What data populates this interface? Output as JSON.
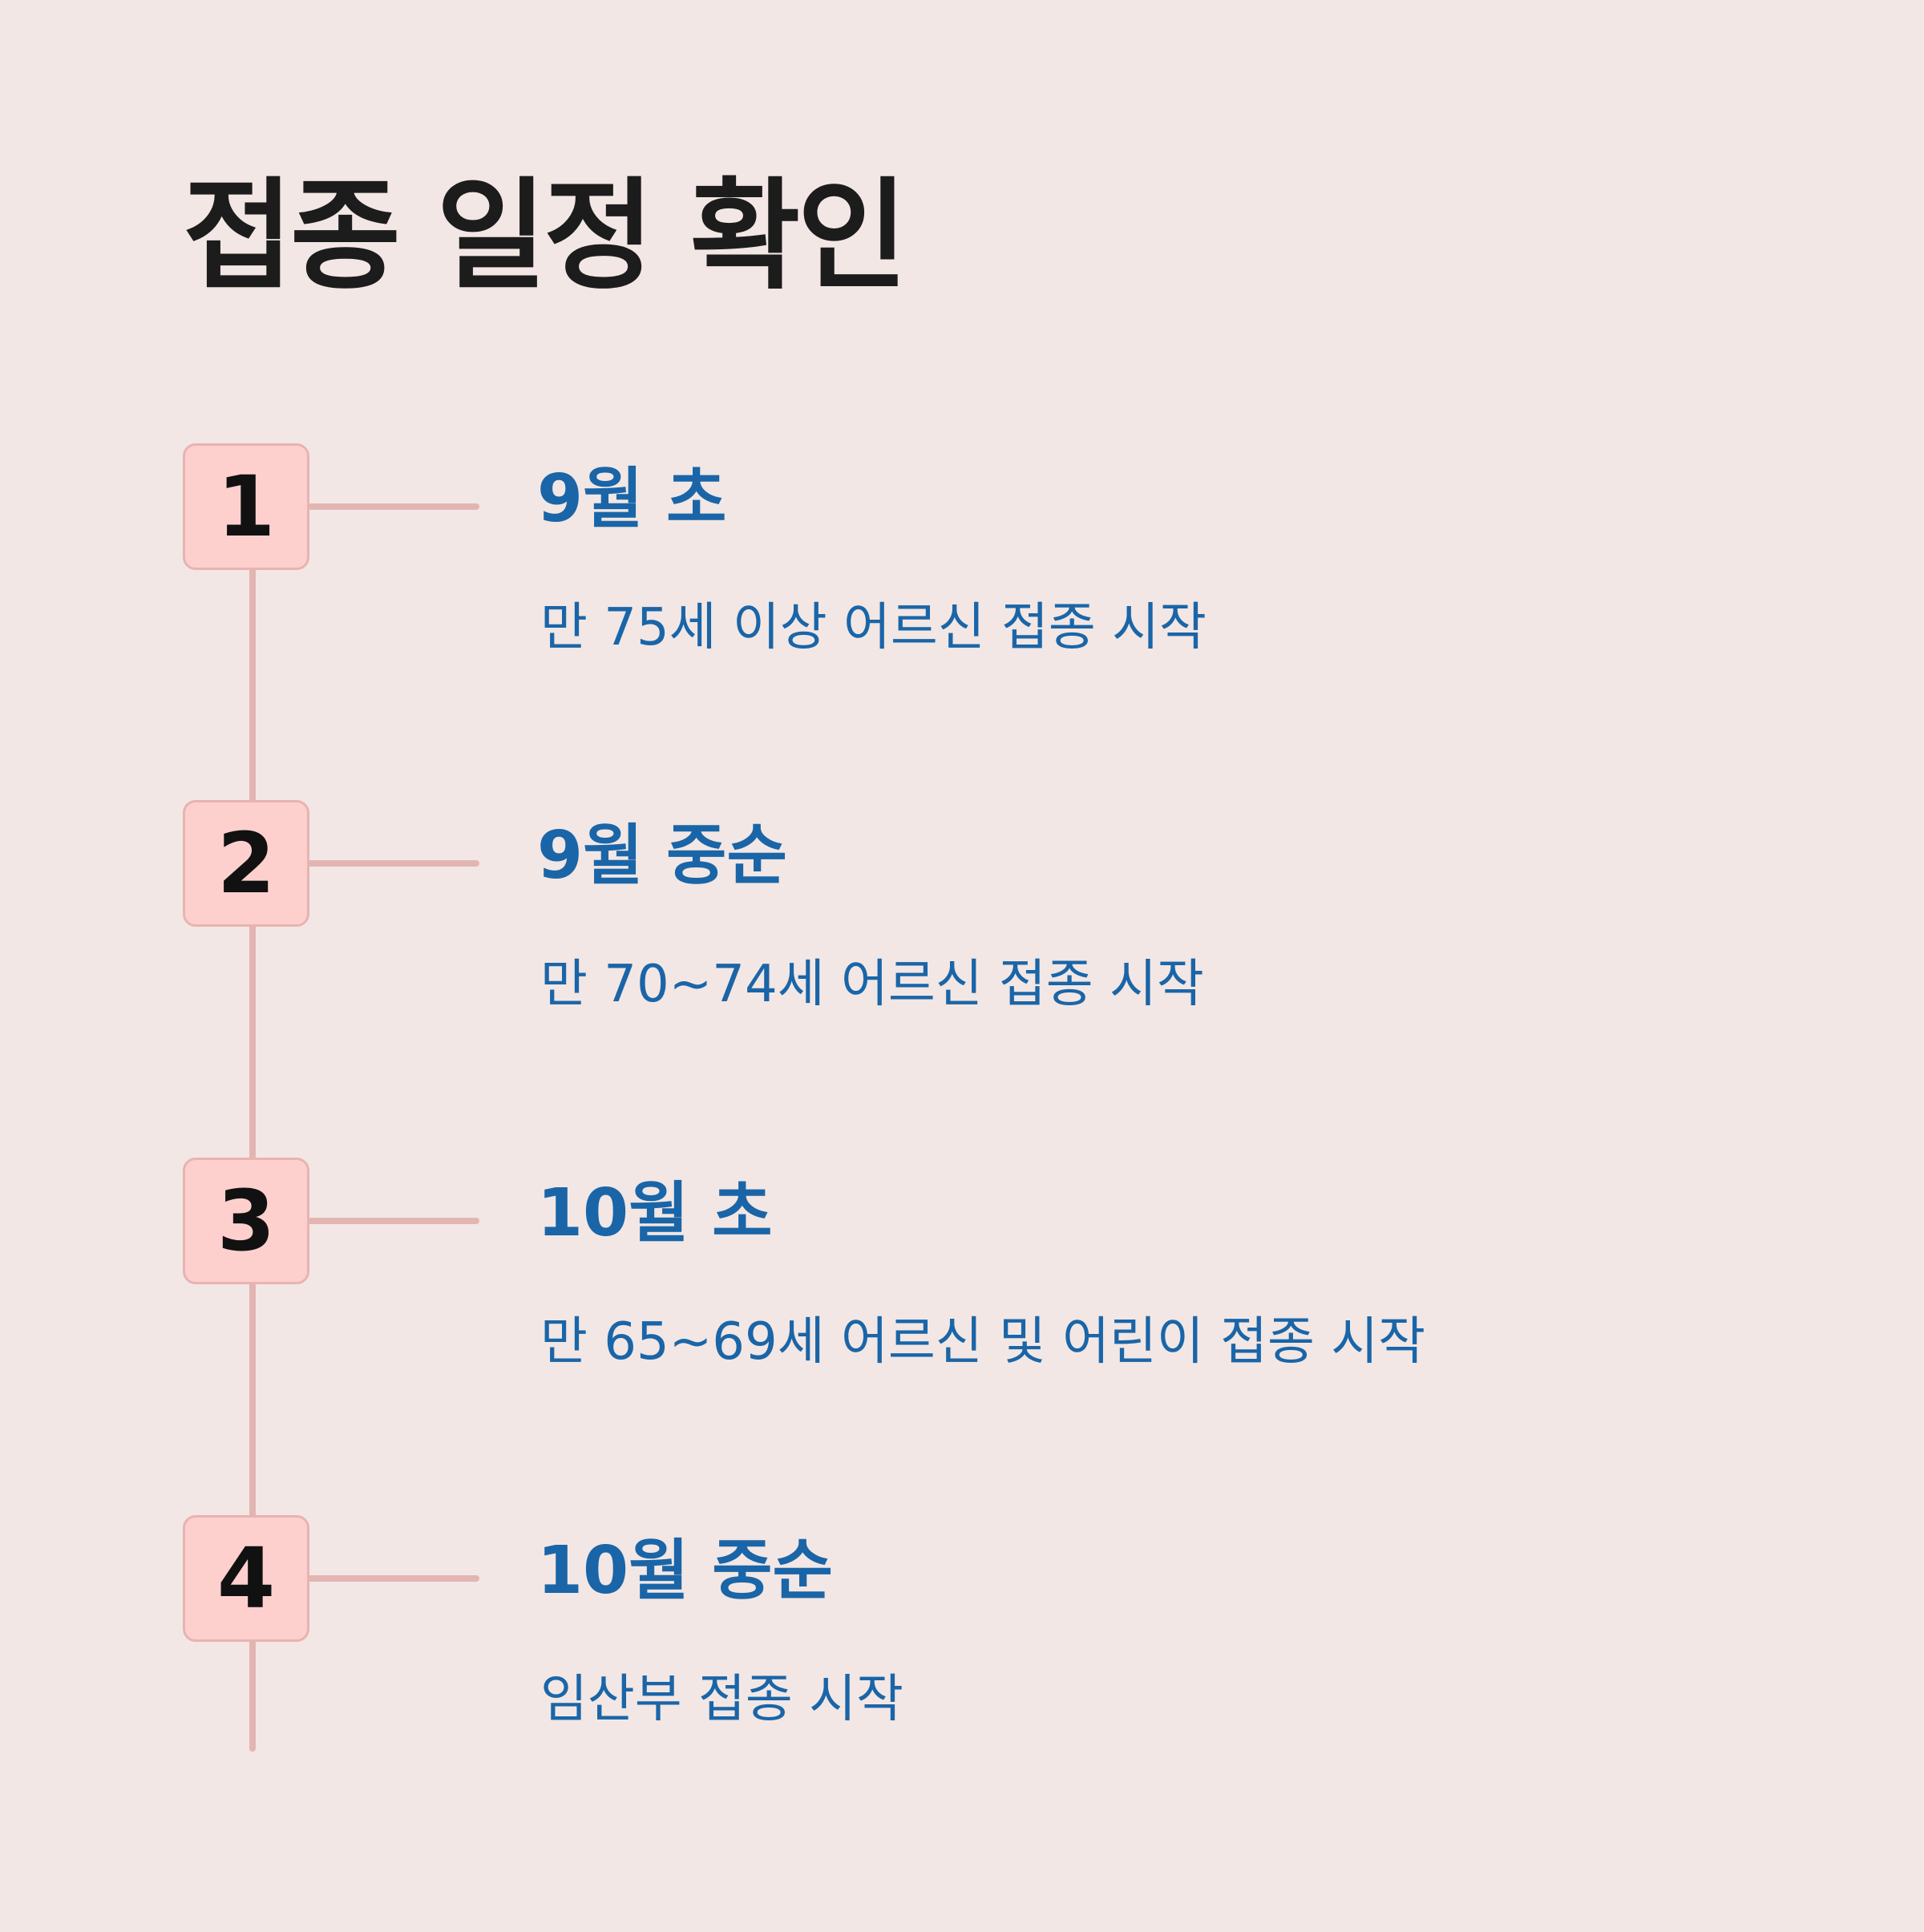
{
  "title": "접종 일정 확인",
  "steps": [
    {
      "number": "1",
      "heading": "9월 초",
      "description": "만 75세 이상 어르신 접종 시작"
    },
    {
      "number": "2",
      "heading": "9월 중순",
      "description": "만 70~74세 어르신 접종 시작"
    },
    {
      "number": "3",
      "heading": "10월 초",
      "description": "만 65~69세 어르신 및 어린이 접종 시작"
    },
    {
      "number": "4",
      "heading": "10월 중순",
      "description": "임산부 접종 시작"
    }
  ],
  "colors": {
    "background": "#f2e7e4",
    "title": "#1c1c1c",
    "accent": "#1a65a8",
    "badge_fill": "#fdd0ce",
    "badge_border": "#e8b3b1",
    "timeline_line": "#e2b5b3"
  }
}
